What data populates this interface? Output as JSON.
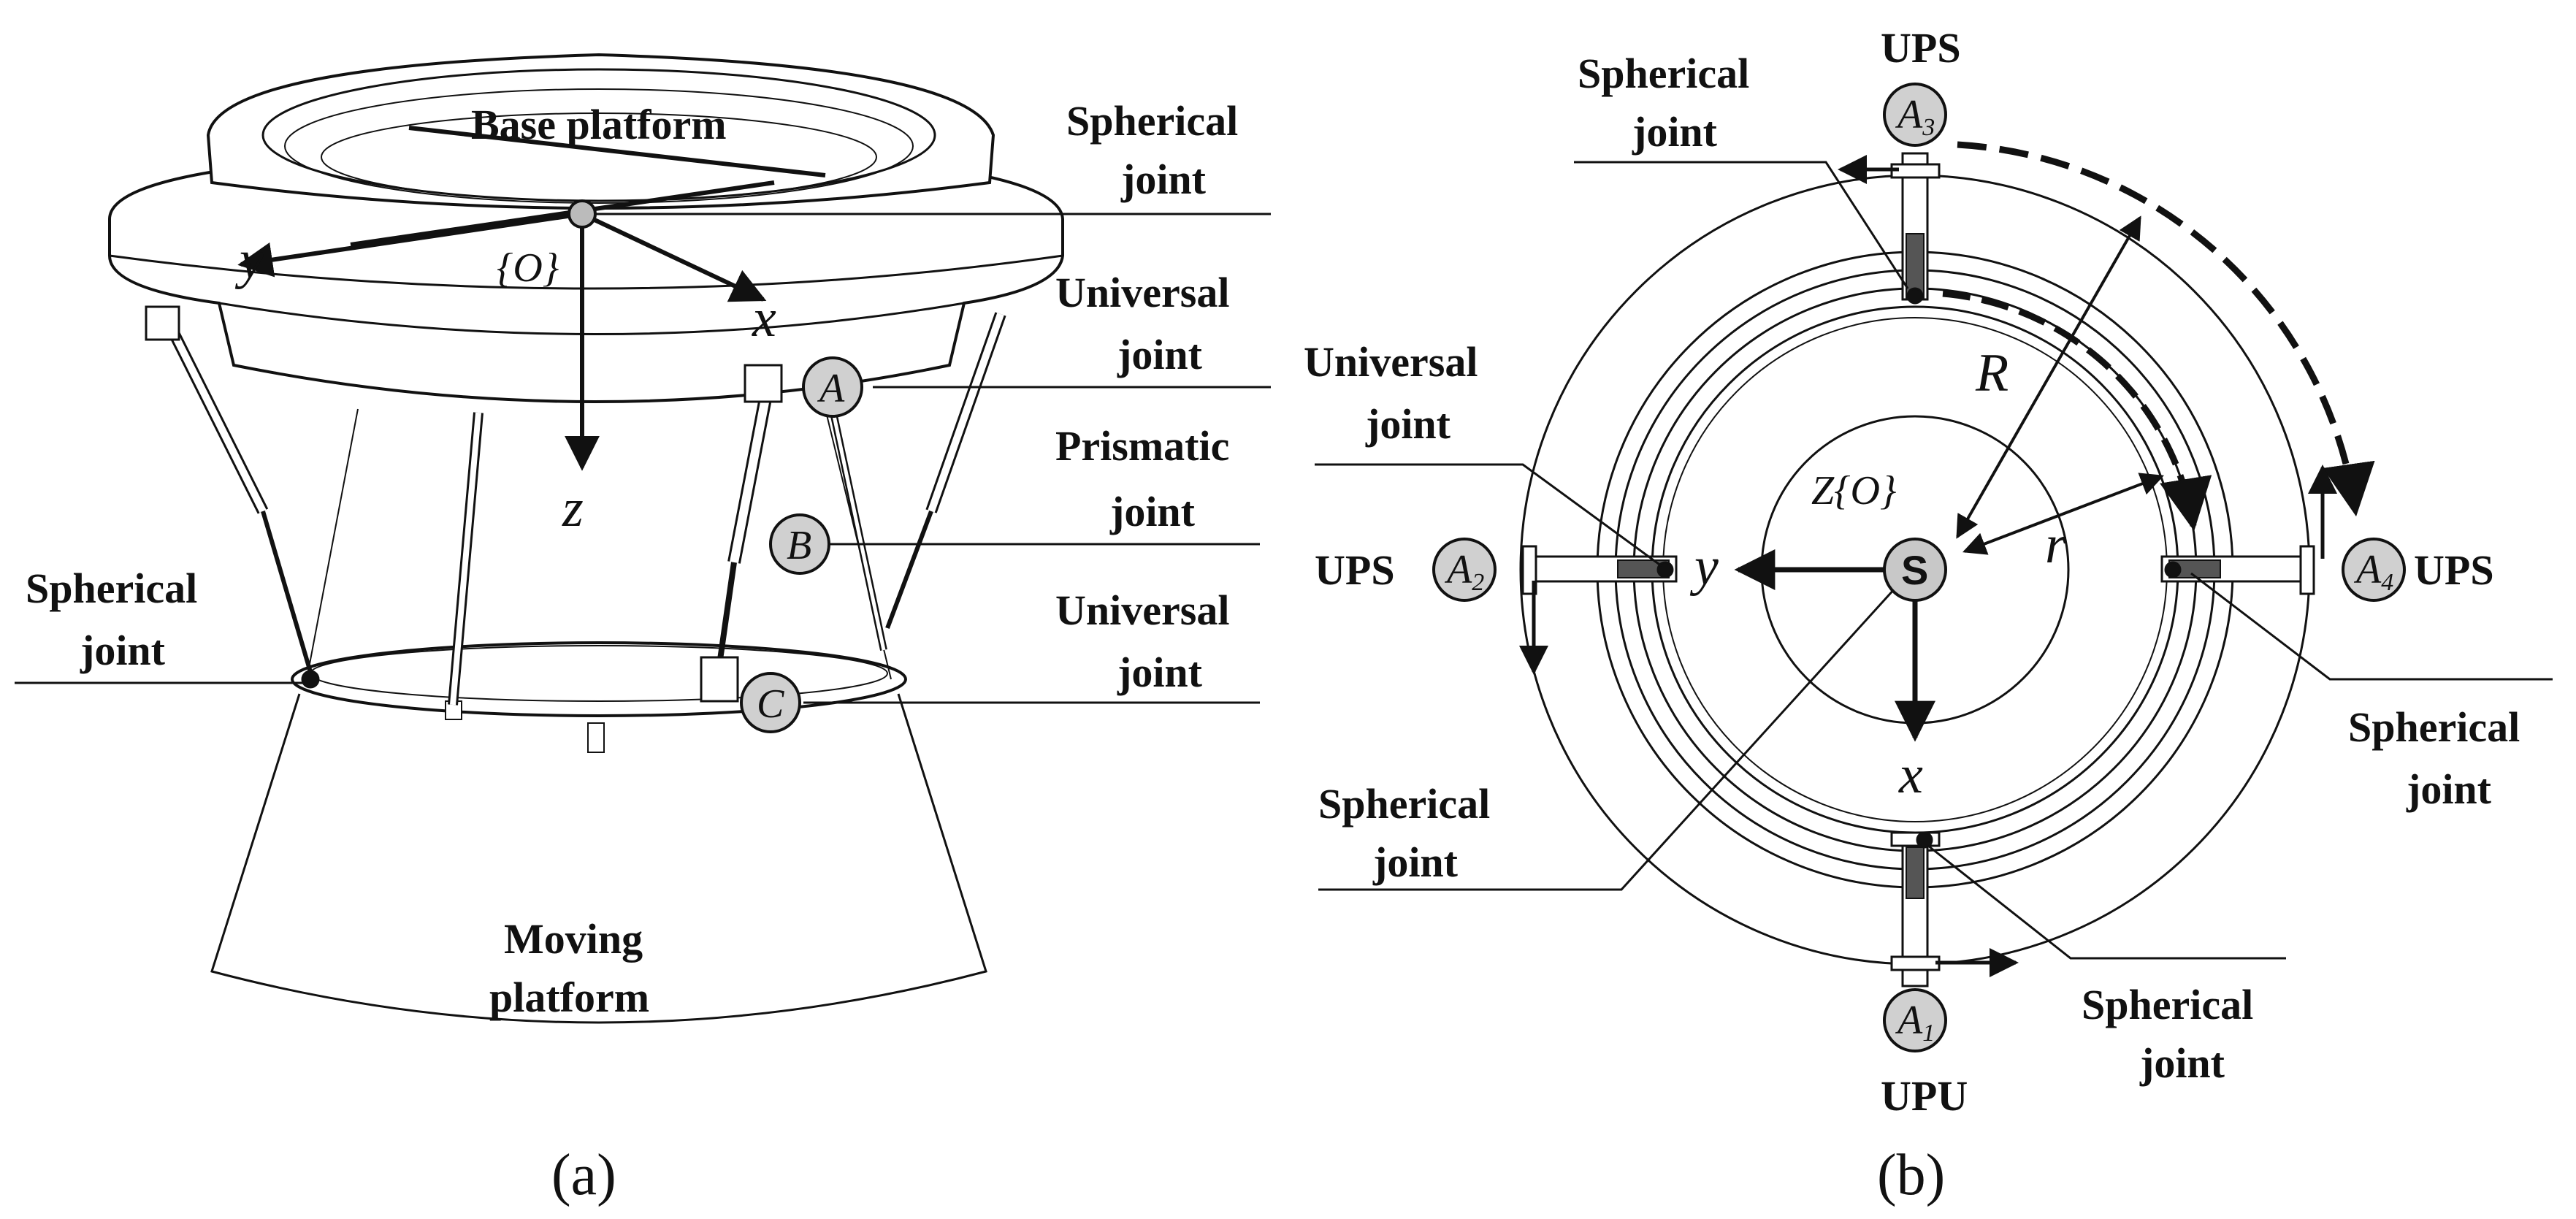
{
  "panel_a": {
    "caption": "(a)",
    "base_platform": "Base platform",
    "moving_platform_line1": "Moving",
    "moving_platform_line2": "platform",
    "spherical_joint_top": [
      "Spherical",
      "joint"
    ],
    "universal_joint_top": [
      "Universal",
      "joint"
    ],
    "prismatic_joint": [
      "Prismatic",
      "joint"
    ],
    "universal_joint_bottom": [
      "Universal",
      "joint"
    ],
    "spherical_joint_left": [
      "Spherical",
      "joint"
    ],
    "frame_label": "{O}",
    "axis_x": "x",
    "axis_y": "y",
    "axis_z": "z",
    "marker_a": "A",
    "marker_b": "B",
    "marker_c": "C"
  },
  "panel_b": {
    "caption": "(b)",
    "ups_top": "UPS",
    "ups_left": "UPS",
    "ups_right": "UPS",
    "upu_bottom": "UPU",
    "spherical_joint_top": [
      "Spherical",
      "joint"
    ],
    "universal_joint": [
      "Universal",
      "joint"
    ],
    "spherical_joint_right": [
      "Spherical",
      "joint"
    ],
    "spherical_joint_left": [
      "Spherical",
      "joint"
    ],
    "spherical_joint_bottom": [
      "Spherical",
      "joint"
    ],
    "frame_label": "Z{O}",
    "radius_outer": "R",
    "radius_inner": "r",
    "axis_x": "x",
    "axis_y": "y",
    "center": "S",
    "marker_a1": "A",
    "marker_a1_sub": "1",
    "marker_a2": "A",
    "marker_a2_sub": "2",
    "marker_a3": "A",
    "marker_a3_sub": "3",
    "marker_a4": "A",
    "marker_a4_sub": "4"
  },
  "colors": {
    "ink": "#111111",
    "marker_fill": "#d0d0d0",
    "background": "#ffffff"
  }
}
